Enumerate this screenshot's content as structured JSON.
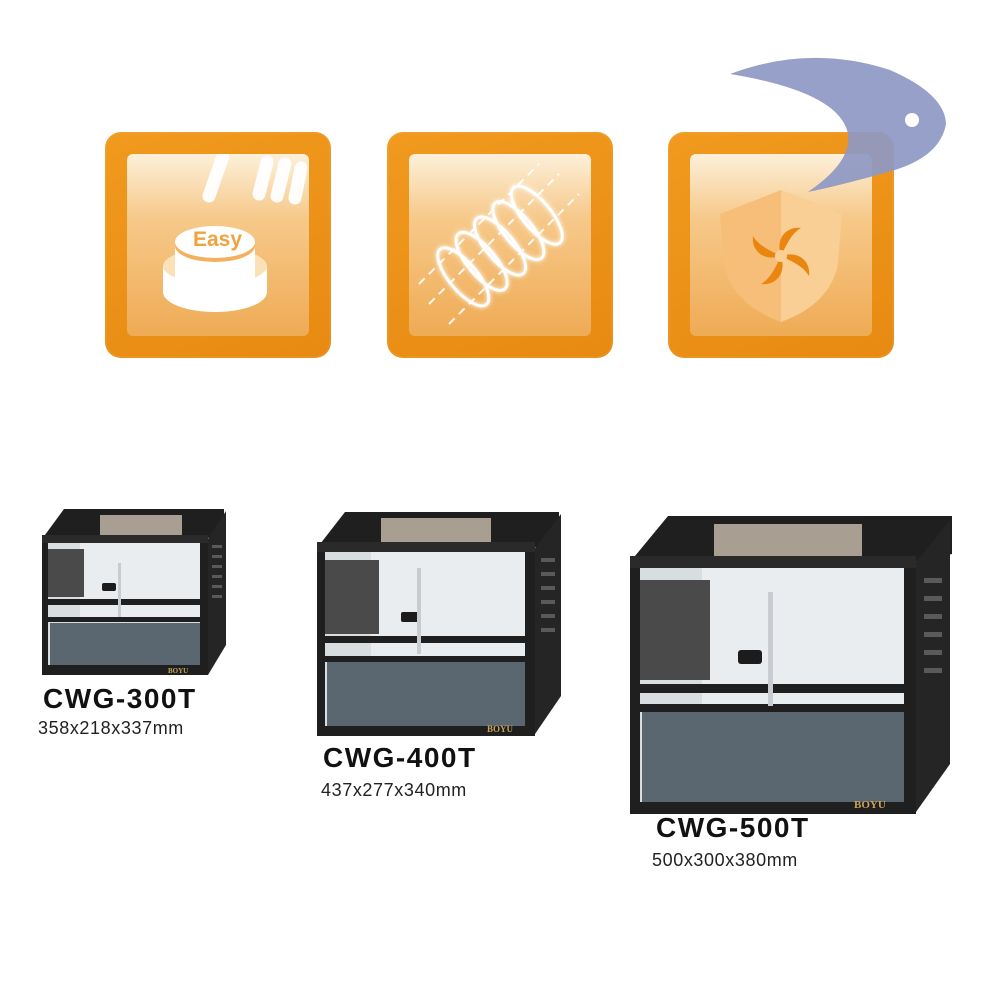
{
  "features": [
    {
      "icon": "easy-button-icon",
      "label": "Easy"
    },
    {
      "icon": "spiral-coil-icon"
    },
    {
      "icon": "shield-fan-icon"
    }
  ],
  "decoration": {
    "icon": "fish-tail-icon"
  },
  "brand": "BOYU",
  "products": [
    {
      "model": "CWG-300T",
      "dimensions": "358x218x337mm"
    },
    {
      "model": "CWG-400T",
      "dimensions": "437x277x340mm"
    },
    {
      "model": "CWG-500T",
      "dimensions": "500x300x380mm"
    }
  ],
  "colors": {
    "tile_orange": "#ef961b",
    "tile_inner_light": "#fdf0da",
    "frame": "#1c1c1c",
    "fish_blue": "#8e98c4"
  }
}
